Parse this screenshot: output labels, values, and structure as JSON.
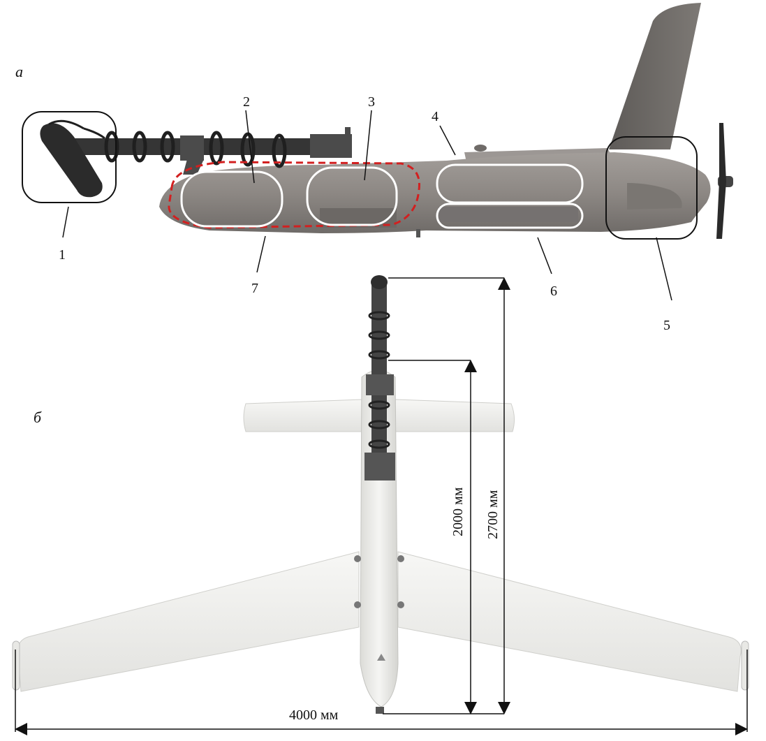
{
  "panels": {
    "a": "а",
    "b": "б"
  },
  "callouts": [
    "1",
    "2",
    "3",
    "4",
    "5",
    "6",
    "7"
  ],
  "dimensions": {
    "wingspan": "4000 мм",
    "fuselage_length": "2700 мм",
    "boom_to_tail": "2000 мм"
  },
  "colors": {
    "fuselage_side": "#8f8a86",
    "tail_side": "#6e6a67",
    "boom": "#3a3a3a",
    "wing_top": "#f1f1ef",
    "highlight_zone": "#ffffff",
    "dashed_zone": "#d22020",
    "callout_box": "#111111"
  }
}
